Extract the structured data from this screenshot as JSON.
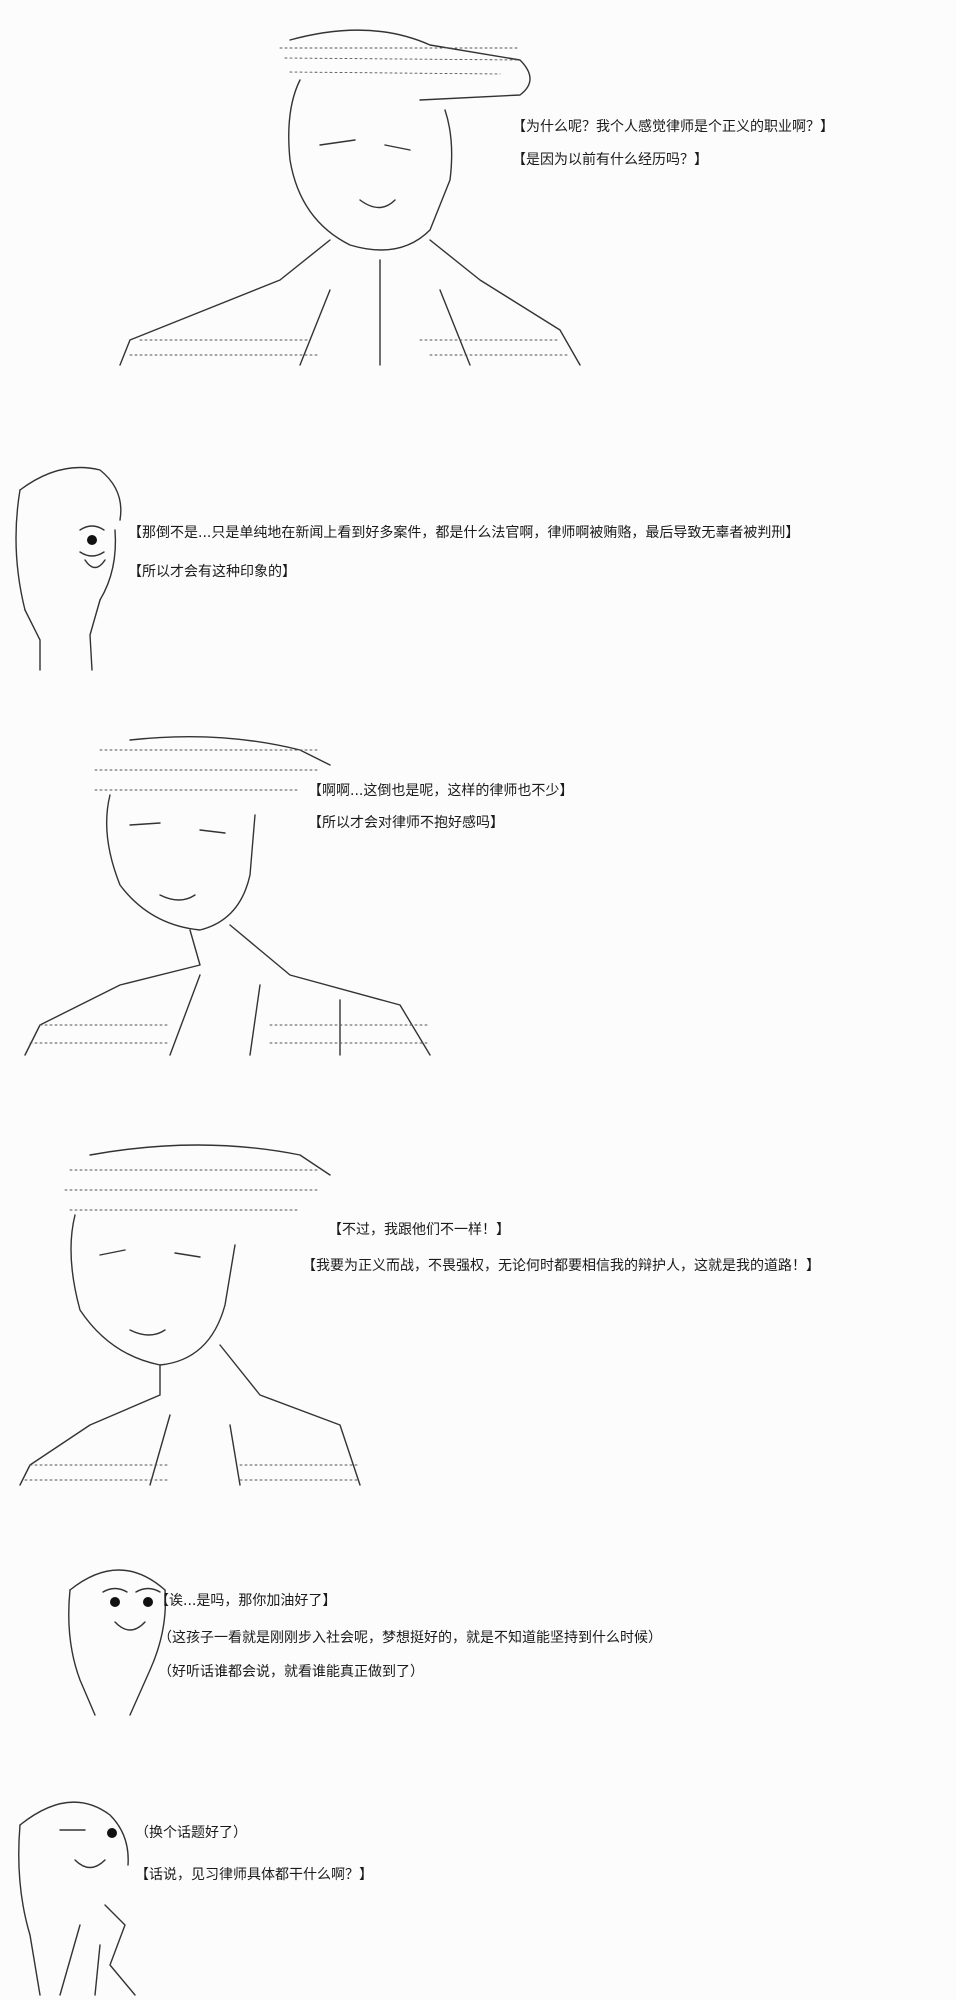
{
  "panels": [
    {
      "lines": [
        "【为什么呢？我个人感觉律师是个正义的职业啊？】",
        "【是因为以前有什么经历吗？】"
      ]
    },
    {
      "lines": [
        "【那倒不是...只是单纯地在新闻上看到好多案件，都是什么法官啊，律师啊被贿赂，最后导致无辜者被判刑】",
        "【所以才会有这种印象的】"
      ]
    },
    {
      "lines": [
        "【啊啊...这倒也是呢，这样的律师也不少】",
        "【所以才会对律师不抱好感吗】"
      ]
    },
    {
      "lines": [
        "【不过，我跟他们不一样！】",
        "【我要为正义而战，不畏强权，无论何时都要相信我的辩护人，这就是我的道路！】"
      ]
    },
    {
      "lines": [
        "【诶...是吗，那你加油好了】",
        "（这孩子一看就是刚刚步入社会呢，梦想挺好的，就是不知道能坚持到什么时候）",
        "（好听话谁都会说，就看谁能真正做到了）"
      ]
    },
    {
      "lines": [
        "（换个话题好了）",
        "【话说，见习律师具体都干什么啊？】"
      ]
    }
  ]
}
